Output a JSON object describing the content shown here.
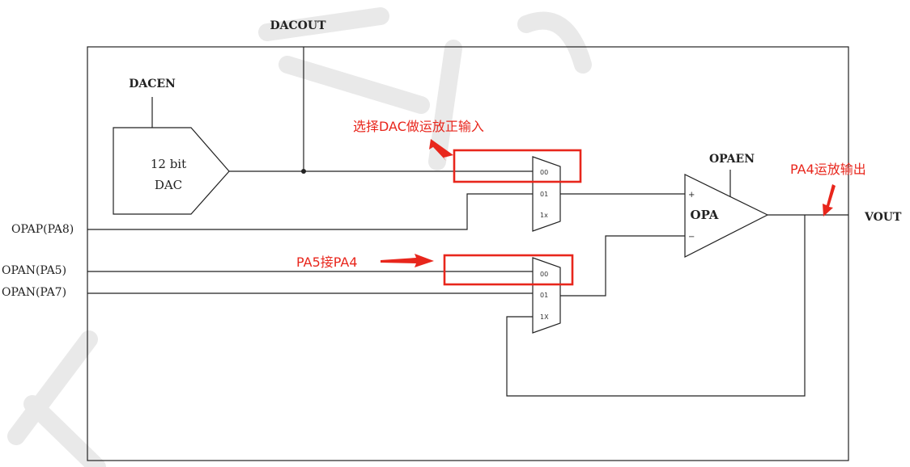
{
  "labels": {
    "dacout": "DACOUT",
    "dacen": "DACEN",
    "dac_line1": "12 bit",
    "dac_line2": "DAC",
    "opaen": "OPAEN",
    "opa": "OPA",
    "vout": "VOUT",
    "opap_pa8": "OPAP(PA8)",
    "opan_pa5": "OPAN(PA5)",
    "opan_pa7": "OPAN(PA7)",
    "plus": "+",
    "minus": "−"
  },
  "mux_top": {
    "sel": [
      "00",
      "01",
      "1x"
    ]
  },
  "mux_bottom": {
    "sel": [
      "00",
      "01",
      "1X"
    ]
  },
  "annotations": {
    "dac_select": "选择DAC做运放正输入",
    "pa5_to_pa4": "PA5接PA4",
    "pa4_output": "PA4运放输出"
  },
  "colors": {
    "line": "#222222",
    "annotation": "#e8261c",
    "watermark": "#e9e9e9"
  }
}
